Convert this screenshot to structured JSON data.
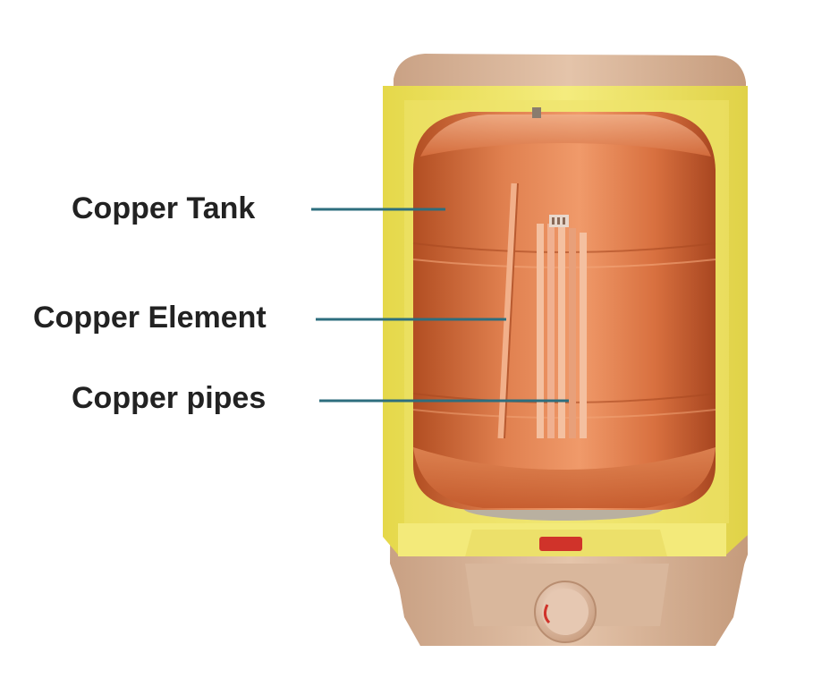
{
  "labels": {
    "tank": "Copper Tank",
    "element": "Copper Element",
    "pipes": "Copper pipes"
  },
  "colors": {
    "leader_line": "#2d6e7e",
    "label_text": "#222222",
    "insulation": "#e9df55",
    "casing": "#d4ab8c",
    "copper": "#d06a3a",
    "indicator": "#d0332a"
  }
}
